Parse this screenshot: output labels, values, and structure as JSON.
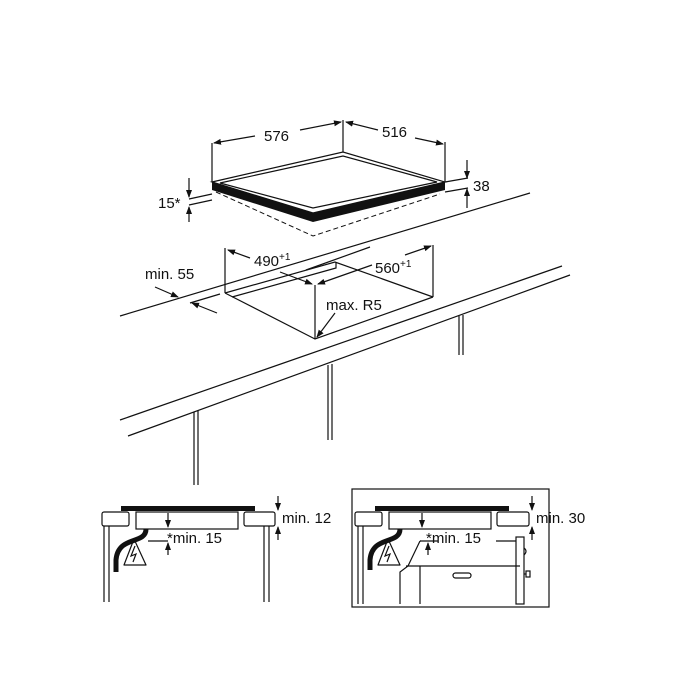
{
  "hob": {
    "width_label": "576",
    "depth_label": "516",
    "height_label": "38",
    "offset_label": "15*"
  },
  "cutout": {
    "width_label": "560",
    "width_tolerance": "+1",
    "depth_label": "490",
    "depth_tolerance": "+1",
    "edge_distance_label": "min. 55",
    "radius_label": "max. R5"
  },
  "section_left": {
    "top_clearance_label": "min. 12",
    "bottom_clearance_label": "*min. 15",
    "warning_icon": "electrical-hazard-icon"
  },
  "section_right": {
    "top_clearance_label": "min. 30",
    "bottom_clearance_label": "*min. 15",
    "warning_icon": "electrical-hazard-icon"
  },
  "colors": {
    "line": "#111111",
    "background": "#ffffff"
  }
}
